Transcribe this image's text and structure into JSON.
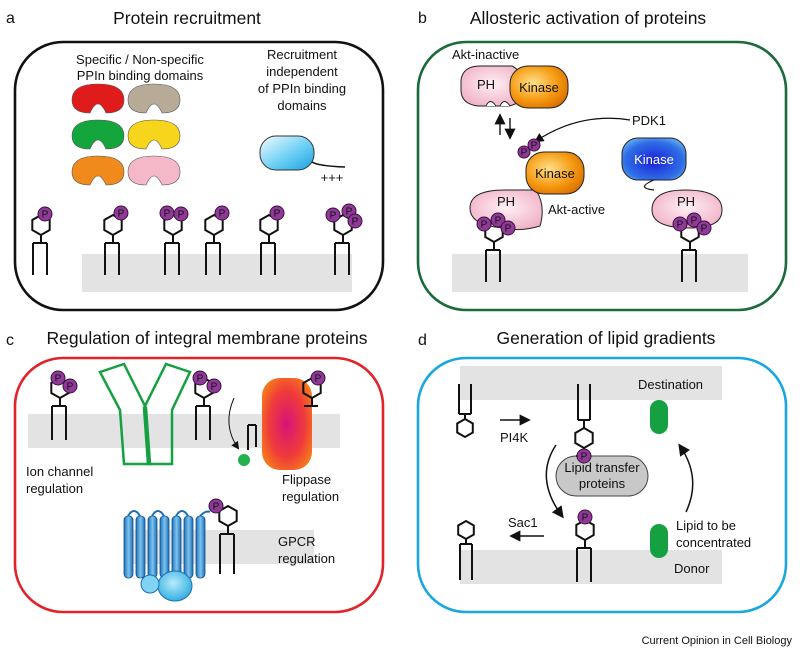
{
  "panels": [
    {
      "letter": "a",
      "title": "Protein recruitment"
    },
    {
      "letter": "b",
      "title": "Allosteric activation of proteins"
    },
    {
      "letter": "c",
      "title": "Regulation of integral membrane proteins"
    },
    {
      "letter": "d",
      "title": "Generation of lipid gradients"
    }
  ],
  "a": {
    "domains_label_1": "Specific / Non-specific",
    "domains_label_2": "PPIn binding domains",
    "indep_label_1": "Recruitment",
    "indep_label_2": "independent",
    "indep_label_3": "of PPIn binding",
    "indep_label_4": "domains",
    "charge": "+++",
    "domain_colors": [
      "#e01b1b",
      "#b7ab98",
      "#14a53c",
      "#f7d51c",
      "#f08a1c",
      "#f4b8c8"
    ]
  },
  "b": {
    "akt_inactive": "Akt-inactive",
    "akt_active": "Akt-active",
    "ph": "PH",
    "kinase": "Kinase",
    "pdk1": "PDK1",
    "phospho": "P"
  },
  "c": {
    "ion_channel_1": "Ion channel",
    "ion_channel_2": "regulation",
    "flippase_1": "Flippase",
    "flippase_2": "regulation",
    "gpcr_1": "GPCR",
    "gpcr_2": "regulation"
  },
  "d": {
    "destination": "Destination",
    "donor": "Donor",
    "pi4k": "PI4K",
    "sac1": "Sac1",
    "ltp_1": "Lipid transfer",
    "ltp_2": "proteins",
    "lipid_conc_1": "Lipid to be",
    "lipid_conc_2": "concentrated"
  },
  "colors": {
    "panel_a_border": "#111111",
    "panel_b_border": "#1a6b3a",
    "panel_c_border": "#e0242a",
    "panel_d_border": "#1aa7e0",
    "phospho": "#8e3a96",
    "membrane": "#e3e3e3"
  },
  "footer": "Current Opinion in Cell Biology"
}
